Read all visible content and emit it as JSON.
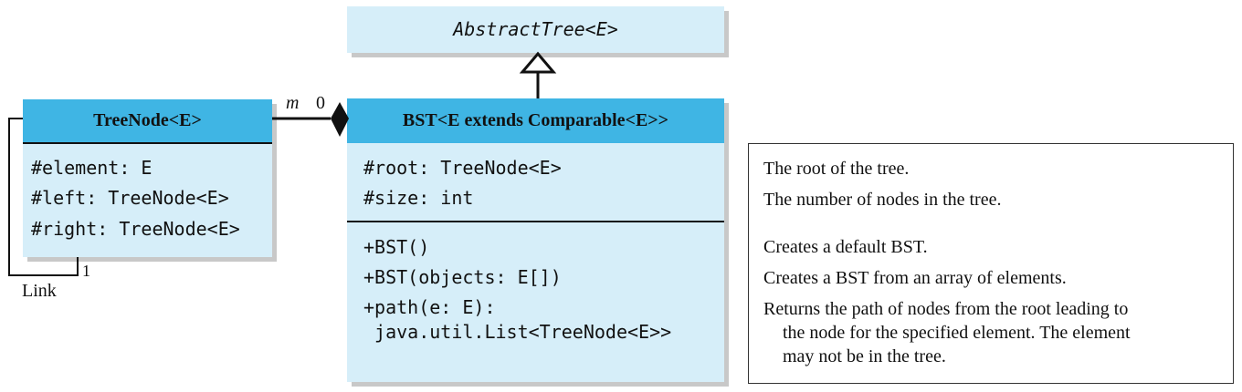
{
  "abstract_tree": {
    "name": "AbstractTree<E>"
  },
  "tree_node": {
    "name": "TreeNode<E>",
    "fields": [
      "#element: E",
      "#left: TreeNode<E>",
      "#right: TreeNode<E>"
    ],
    "self_link_label": "Link",
    "self_link_multiplicity": "1"
  },
  "association": {
    "tree_node_end": "m",
    "bst_end": "0"
  },
  "bst": {
    "name": "BST<E extends Comparable<E>>",
    "fields": [
      "#root: TreeNode<E>",
      "#size: int"
    ],
    "methods": [
      "+BST()",
      "+BST(objects: E[])",
      "+path(e: E):",
      " java.util.List<TreeNode<E>>"
    ]
  },
  "notes": {
    "fields": [
      "The root of the tree.",
      "The number of nodes in the tree."
    ],
    "methods": [
      "Creates a default BST.",
      "Creates a BST from an array of elements.",
      "Returns the path of nodes from the root leading to",
      "the node for the specified element. The element",
      "may not be in the tree."
    ]
  },
  "colors": {
    "class_fill": "#d6eef9",
    "header_fill": "#3fb5e4",
    "line": "#111111"
  }
}
